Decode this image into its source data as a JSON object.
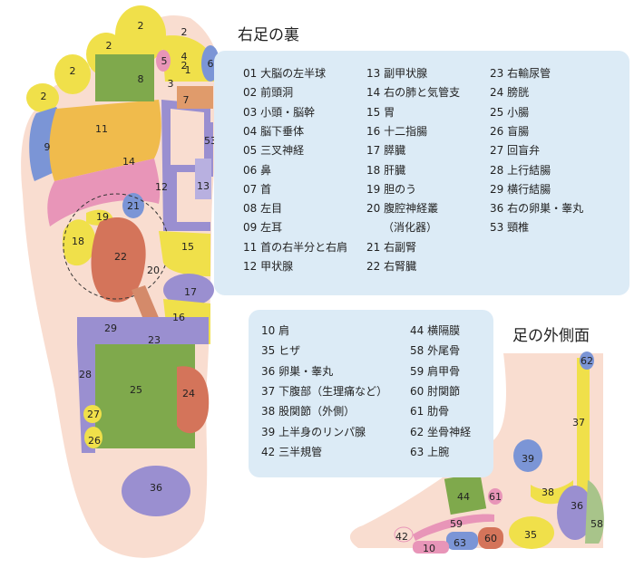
{
  "sole_title": "右足の裏",
  "side_title": "足の外側面",
  "sole_legend": [
    [
      [
        "01",
        "大脳の左半球"
      ],
      [
        "02",
        "前頭洞"
      ],
      [
        "03",
        "小頭・脳幹"
      ],
      [
        "04",
        "脳下垂体"
      ],
      [
        "05",
        "三叉神経"
      ],
      [
        "06",
        "鼻"
      ],
      [
        "07",
        "首"
      ],
      [
        "08",
        "左目"
      ],
      [
        "09",
        "左耳"
      ],
      [
        "11",
        "首の右半分と右肩"
      ],
      [
        "12",
        "甲状腺"
      ]
    ],
    [
      [
        "13",
        "副甲状腺"
      ],
      [
        "14",
        "右の肺と気管支"
      ],
      [
        "15",
        "胃"
      ],
      [
        "16",
        "十二指腸"
      ],
      [
        "17",
        "膵臓"
      ],
      [
        "18",
        "肝臓"
      ],
      [
        "19",
        "胆のう"
      ],
      [
        "20",
        "腹腔神経叢"
      ],
      [
        "",
        "（消化器）"
      ],
      [
        "21",
        "右副腎"
      ],
      [
        "22",
        "右腎臓"
      ]
    ],
    [
      [
        "23",
        "右輸尿管"
      ],
      [
        "24",
        "膀胱"
      ],
      [
        "25",
        "小腸"
      ],
      [
        "26",
        "盲腸"
      ],
      [
        "27",
        "回盲弁"
      ],
      [
        "28",
        "上行結腸"
      ],
      [
        "29",
        "横行結腸"
      ],
      [
        "36",
        "右の卵巣・睾丸"
      ],
      [
        "53",
        "頸椎"
      ]
    ]
  ],
  "side_legend": [
    [
      [
        "10",
        "肩"
      ],
      [
        "35",
        "ヒザ"
      ],
      [
        "36",
        "卵巣・睾丸"
      ],
      [
        "37",
        "下腹部（生理痛など）"
      ],
      [
        "38",
        "股関節（外側）"
      ],
      [
        "39",
        "上半身のリンパ腺"
      ],
      [
        "42",
        "三半規管"
      ]
    ],
    [
      [
        "44",
        "横隔膜"
      ],
      [
        "58",
        "外尾骨"
      ],
      [
        "59",
        "肩甲骨"
      ],
      [
        "60",
        "肘関節"
      ],
      [
        "61",
        "肋骨"
      ],
      [
        "62",
        "坐骨神経"
      ],
      [
        "63",
        "上腕"
      ]
    ]
  ],
  "sole_zone_labels": [
    "2",
    "2",
    "2",
    "2",
    "2",
    "2",
    "5",
    "4",
    "1",
    "6",
    "3",
    "8",
    "7",
    "53",
    "11",
    "9",
    "14",
    "12",
    "13",
    "21",
    "19",
    "18",
    "22",
    "15",
    "20",
    "17",
    "16",
    "29",
    "23",
    "28",
    "25",
    "24",
    "27",
    "26",
    "36"
  ],
  "side_zone_labels": [
    "62",
    "37",
    "39",
    "38",
    "44",
    "61",
    "36",
    "58",
    "59",
    "42",
    "35",
    "60",
    "63",
    "10"
  ]
}
